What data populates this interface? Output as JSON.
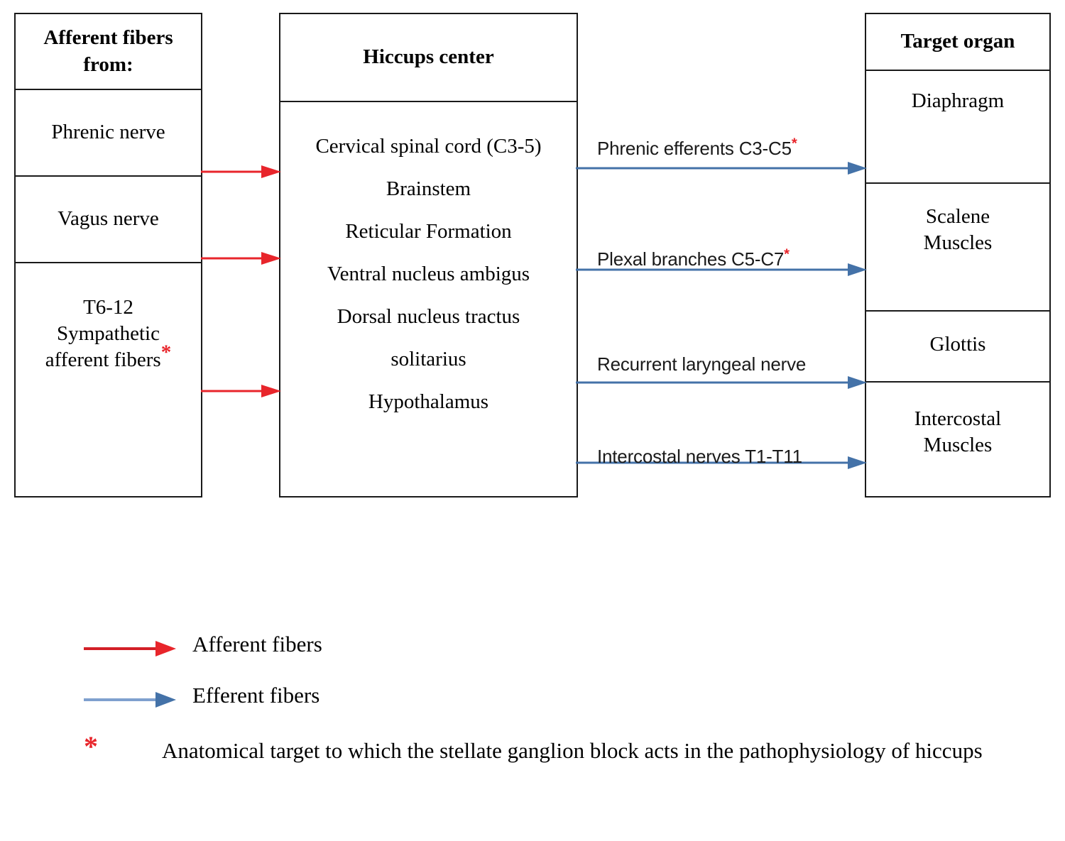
{
  "afferent_column": {
    "header": "Afferent fibers from:",
    "items": [
      {
        "label": "Phrenic nerve"
      },
      {
        "label": "Vagus nerve"
      },
      {
        "label": "T6-12 Sympathetic afferent fibers",
        "line1": "T6-12",
        "line2": "Sympathetic",
        "line3": "afferent fibers",
        "marked": true
      }
    ]
  },
  "hiccups_center": {
    "header": "Hiccups center",
    "lines": [
      "Cervical spinal cord (C3-5)",
      "Brainstem",
      "Reticular Formation",
      "Ventral nucleus ambigus",
      "Dorsal nucleus tractus solitarius",
      "Hypothalamus"
    ],
    "line_dorsal_a": "Dorsal nucleus tractus",
    "line_dorsal_b": "solitarius"
  },
  "target_column": {
    "header": "Target organ",
    "items": [
      {
        "label": "Diaphragm"
      },
      {
        "label": "Scalene Muscles",
        "line1": "Scalene",
        "line2": "Muscles"
      },
      {
        "label": "Glottis"
      },
      {
        "label": "Intercostal Muscles",
        "line1": "Intercostal",
        "line2": "Muscles"
      }
    ]
  },
  "efferent_labels": [
    {
      "text": "Phrenic efferents C3-C5",
      "marked": true
    },
    {
      "text": "Plexal branches C5-C7",
      "marked": true
    },
    {
      "text": "Recurrent laryngeal nerve",
      "marked": false
    },
    {
      "text": "Intercostal nerves T1-T11",
      "marked": false
    }
  ],
  "legend": {
    "afferent_label": "Afferent fibers",
    "efferent_label": "Efferent fibers"
  },
  "footnote": {
    "marker": "*",
    "text": "Anatomical target to which the stellate ganglion block acts in the pathophysiology of hiccups"
  },
  "colors": {
    "afferent_arrow": "#E8252B",
    "efferent_arrow": "#4472A8",
    "box_border": "#1a1a1a",
    "text": "#000000",
    "marker": "#E8252B"
  }
}
